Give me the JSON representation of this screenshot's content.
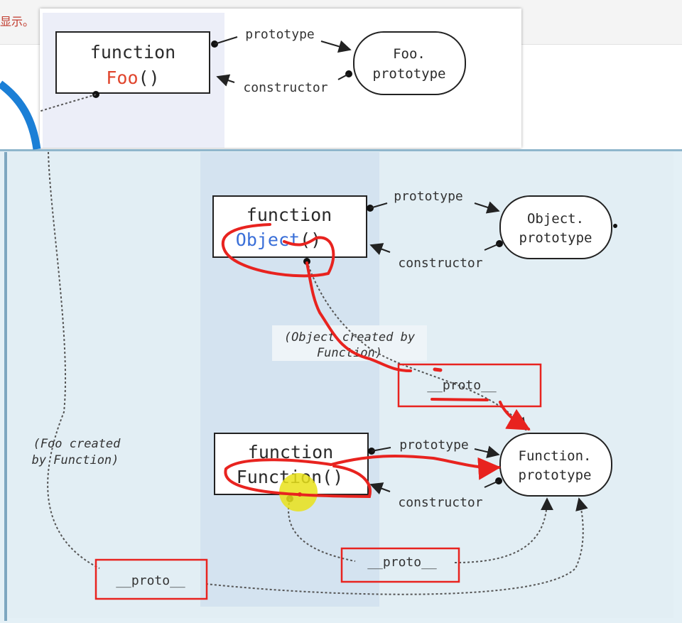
{
  "topbar": {
    "text": "显示。"
  },
  "top_diagram": {
    "foo_box": {
      "line1": "function",
      "line2_name": "Foo",
      "line2_parens": "()"
    },
    "foo_proto": {
      "line1": "Foo.",
      "line2": "prototype"
    },
    "edge_prototype": "prototype",
    "edge_constructor": "constructor"
  },
  "main_diagram": {
    "object_box": {
      "line1": "function",
      "line2_name": "Object",
      "line2_parens": "()"
    },
    "object_proto": {
      "line1": "Object.",
      "line2": "prototype"
    },
    "function_box": {
      "line1": "function",
      "line2": "Function()"
    },
    "function_proto": {
      "line1": "Function.",
      "line2": "prototype"
    },
    "edge_prototype_1": "prototype",
    "edge_constructor_1": "constructor",
    "edge_prototype_2": "prototype",
    "edge_constructor_2": "constructor",
    "note_object": {
      "line1": "(Object created by",
      "line2": "Function)"
    },
    "note_foo": {
      "line1": "(Foo created",
      "line2": "by Function)"
    },
    "proto_1": "__proto__",
    "proto_2": "__proto__",
    "proto_3": "__proto__"
  },
  "colors": {
    "annotation_red": "#e8231f",
    "highlight_yellow": "#e9e21a",
    "object_blue": "#3a6fd8",
    "foo_red": "#e0452d"
  }
}
